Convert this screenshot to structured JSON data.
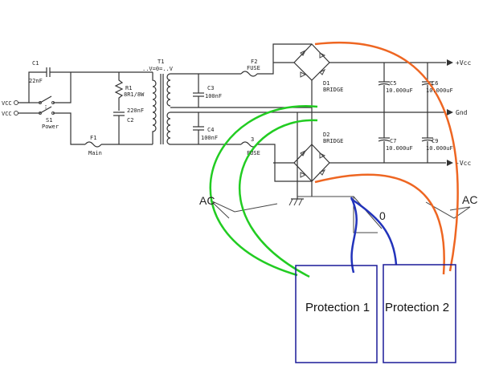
{
  "labels": {
    "c1": "C1",
    "c1_val": "22nF",
    "vcc_top": "VCC",
    "vcc_bot": "VCC",
    "s1": "S1",
    "power": "Power",
    "r1": "R1",
    "r1_val": "8R1/8W",
    "c2_val": "220nF",
    "c2": "C2",
    "f1": "F1",
    "main": "Main",
    "t1": "T1",
    "t1_taps": "..V=0=..V",
    "c3": "C3",
    "c3_val": "100nF",
    "c4": "C4",
    "c4_val": "100nF",
    "f2": "F2",
    "fuse_top": "FUSE",
    "f3": "3",
    "fuse_bot": "FUSE",
    "d1": "D1",
    "d1_bridge": "BRIDGE",
    "d2": "D2",
    "d2_bridge": "BRIDGE",
    "c5": "C5",
    "c5_val": "10.000uF",
    "c6": "C6",
    "c6_val": "10.000uF",
    "c7": "C7",
    "c7_val": "10.000uF",
    "c9": "C9",
    "c9_val": "10.000uF",
    "pos_vcc": "+Vcc",
    "gnd": "Gnd",
    "neg_vcc": "-Vcc",
    "ac_left": "AC",
    "ac_right": "AC",
    "zero": "0",
    "protection1": "Protection 1",
    "protection2": "Protection 2"
  },
  "colors": {
    "green": "#22cc22",
    "orange": "#ee6622",
    "blue": "#2233bb",
    "box": "#1a1a99"
  }
}
